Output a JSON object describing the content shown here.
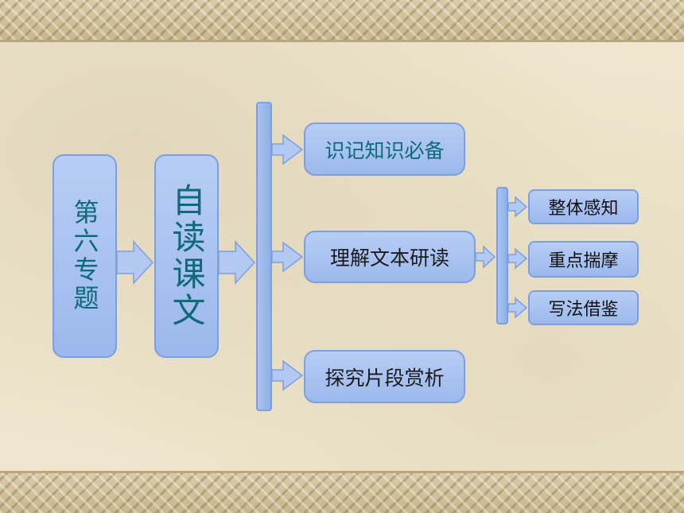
{
  "diagram": {
    "topic": "第六专题",
    "section": "自读课文",
    "branches": [
      "识记知识必备",
      "理解文本研读",
      "探究片段赏析"
    ],
    "sub_branches": [
      "整体感知",
      "重点揣摩",
      "写法借鉴"
    ]
  },
  "colors": {
    "box_fill": "#a9c2f1",
    "box_border": "#7d9fdc",
    "accent_text": "#0e6a7a"
  }
}
